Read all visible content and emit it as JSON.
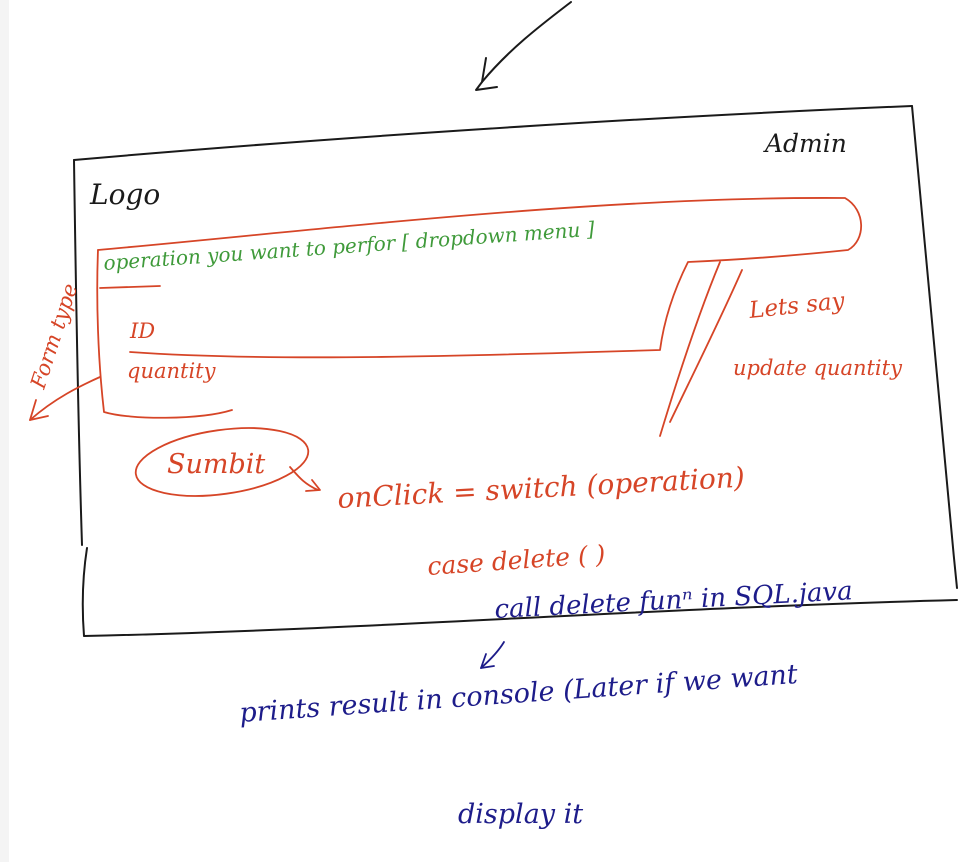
{
  "colors": {
    "frame": "#1a1a1a",
    "form_ink": "#d64527",
    "dropdown_ink": "#3f9a3a",
    "notes_ink": "#1d1c8a"
  },
  "sketch": {
    "admin_label": "Admin",
    "logo_label": "Logo",
    "form_type_label": "Form type",
    "dropdown_text": "operation you want to perfor [ dropdown menu ]",
    "field_id": "ID",
    "field_quantity": "quantity",
    "submit_label": "Sumbit",
    "note_line1": "Lets say",
    "note_line2": "update quantity",
    "onclick_text": "onClick = switch (operation)",
    "case_text": "case delete (   )",
    "call_text": "call delete funⁿ in SQL.java",
    "result_line1": "prints result in console (Later if we want",
    "result_line2": "display it"
  }
}
